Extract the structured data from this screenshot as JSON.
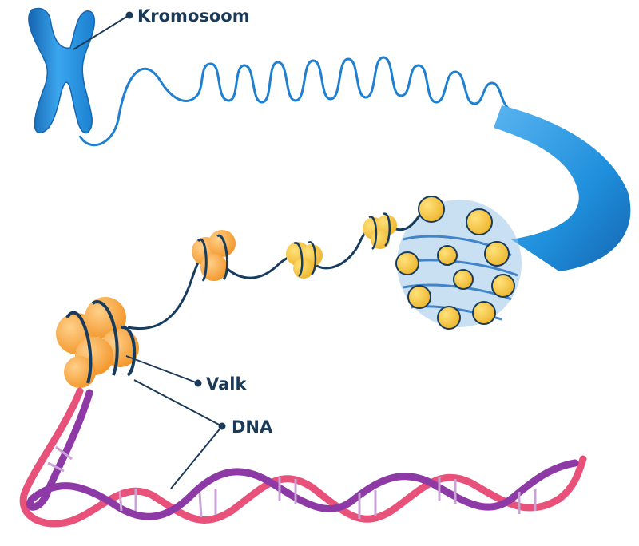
{
  "labels": {
    "chromosome": "Kromosoom",
    "histone": "Valk",
    "dna": "DNA"
  },
  "colors": {
    "chromosome_blue": "#1f8fdc",
    "chromosome_dark": "#1565b0",
    "histone_orange": "#f7a035",
    "histone_yellow": "#f5c842",
    "dna_strand": "#173c5e",
    "helix_pink": "#e8517a",
    "helix_purple": "#8e3aa6",
    "label_text": "#1b3a57"
  }
}
